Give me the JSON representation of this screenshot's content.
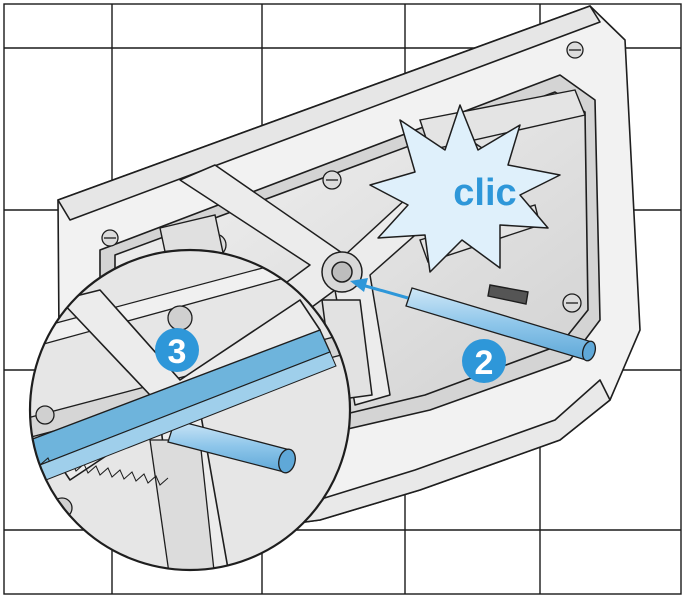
{
  "labels": {
    "clic": "clic",
    "step_2": "2",
    "step_3": "3"
  },
  "colors": {
    "tile_lines": "#1a1a1a",
    "housing_light": "#f2f2f2",
    "housing_mid": "#d9d9d9",
    "housing_dark": "#a8a8a8",
    "outline": "#1e1e1e",
    "accent_blue": "#2e97d9",
    "rod_blue": "#8ec6ea",
    "burst_fill": "#dff0fb",
    "saw_blue": "#6eb4dc"
  },
  "icons": {
    "arrow": "insert-arrow-icon",
    "burst": "click-burst-icon",
    "saw": "saw-blade-icon",
    "magnifier": "magnifier-circle-icon"
  }
}
